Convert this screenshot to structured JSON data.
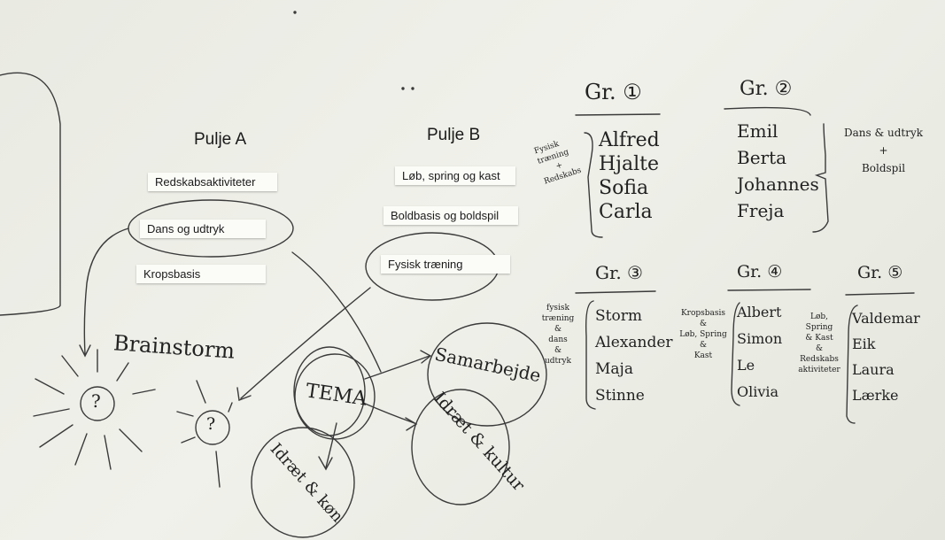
{
  "puljeA": {
    "title": "Pulje A",
    "items": [
      "Redskabsaktiviteter",
      "Dans og udtryk",
      "Kropsbasis"
    ]
  },
  "puljeB": {
    "title": "Pulje B",
    "items": [
      "Løb, spring og kast",
      "Boldbasis og boldspil",
      "Fysisk træning"
    ]
  },
  "mindmap": {
    "brainstorm": "Brainstorm",
    "question": "?",
    "center": "TEMA",
    "nodes": [
      "Samarbejde",
      "Idræt & kultur",
      "Idræt & køn"
    ]
  },
  "groups": [
    {
      "label": "Gr. ①",
      "activity": [
        "Fysisk",
        "træning",
        "+",
        "Redskabs"
      ],
      "members": [
        "Alfred",
        "Hjalte",
        "Sofia",
        "Carla"
      ]
    },
    {
      "label": "Gr. ②",
      "activity": [
        "Dans & udtryk",
        "+",
        "Boldspil"
      ],
      "members": [
        "Emil",
        "Berta",
        "Johannes",
        "Freja"
      ]
    },
    {
      "label": "Gr. ③",
      "activity": [
        "fysisk",
        "træning",
        "&",
        "dans",
        "&",
        "udtryk"
      ],
      "members": [
        "Storm",
        "Alexander",
        "Maja",
        "Stinne"
      ]
    },
    {
      "label": "Gr. ④",
      "activity": [
        "Kropsbasis",
        "&",
        "Løb, Spring",
        "&",
        "Kast"
      ],
      "members": [
        "Albert",
        "Simon",
        "Le",
        "Olivia"
      ]
    },
    {
      "label": "Gr. ⑤",
      "activity": [
        "Løb,",
        "Spring",
        "& Kast",
        "&",
        "Redskabs",
        "aktiviteter"
      ],
      "members": [
        "Valdemar",
        "Eik",
        "Laura",
        "Lærke"
      ]
    }
  ]
}
